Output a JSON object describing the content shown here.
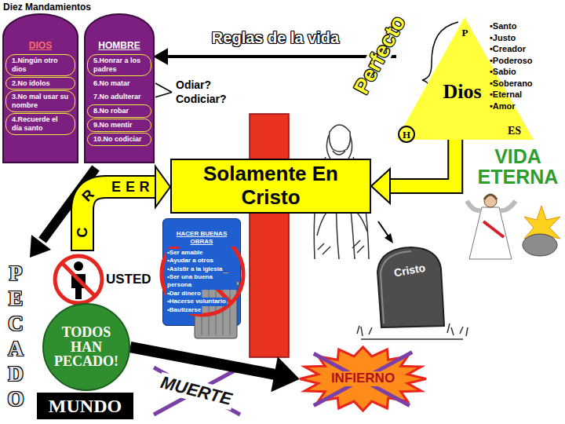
{
  "diagram": {
    "title": "Diez Mandamientos",
    "nodes": [
      {
        "text": [
          "DIOS",
          "1.Ningún otro dios",
          "2.No ídolos",
          "3.No mal usar su nombre",
          "4.Recuerde el día santo"
        ]
      },
      {
        "text": [
          "HOMBRE",
          "5.Honrar a los padres",
          "6.No matar",
          "7.No adulterar",
          "8.No robar",
          "9.No mentir",
          "10.No codiciar"
        ]
      },
      {
        "text": [
          "P",
          "Dios",
          "ES"
        ]
      },
      {
        "text": [
          "H"
        ]
      },
      {
        "text": [
          "Solamente En Cristo"
        ]
      },
      {
        "text": [
          "HACER BUENAS OBRAS",
          "•Ser amable",
          "•Ayudar a otros",
          "•Asistir a la iglesia",
          "•Ser una buena persona",
          "•Dar dinero",
          "•Hacerse voluntario",
          "•Bautizarse"
        ]
      },
      {
        "text": [
          "TODOS HAN PECADO!"
        ]
      },
      {
        "text": [
          "MUNDO"
        ]
      },
      {
        "text": [
          "Cristo"
        ]
      },
      {
        "text": [
          "INFIERNO"
        ]
      }
    ],
    "edges": [
      {
        "from": 2,
        "to": 1,
        "label": "Reglas de la vida",
        "arrow": "to"
      },
      {
        "from": 2,
        "to": 4,
        "arrow": "to"
      },
      {
        "from": 6,
        "to": 9,
        "arrow": "to"
      }
    ],
    "labels": [
      "Odiar? Codiciar?",
      "Perfecto",
      "•Santo",
      "•Justo",
      "•Creador",
      "•Poderoso",
      "•Sabio",
      "•Soberano",
      "•Eternal",
      "•Amor",
      "VIDA ETERNA",
      "C",
      "R",
      "E",
      "E",
      "R",
      "USTED",
      "P",
      "E",
      "C",
      "A",
      "D",
      "O",
      "MUERTE"
    ]
  }
}
